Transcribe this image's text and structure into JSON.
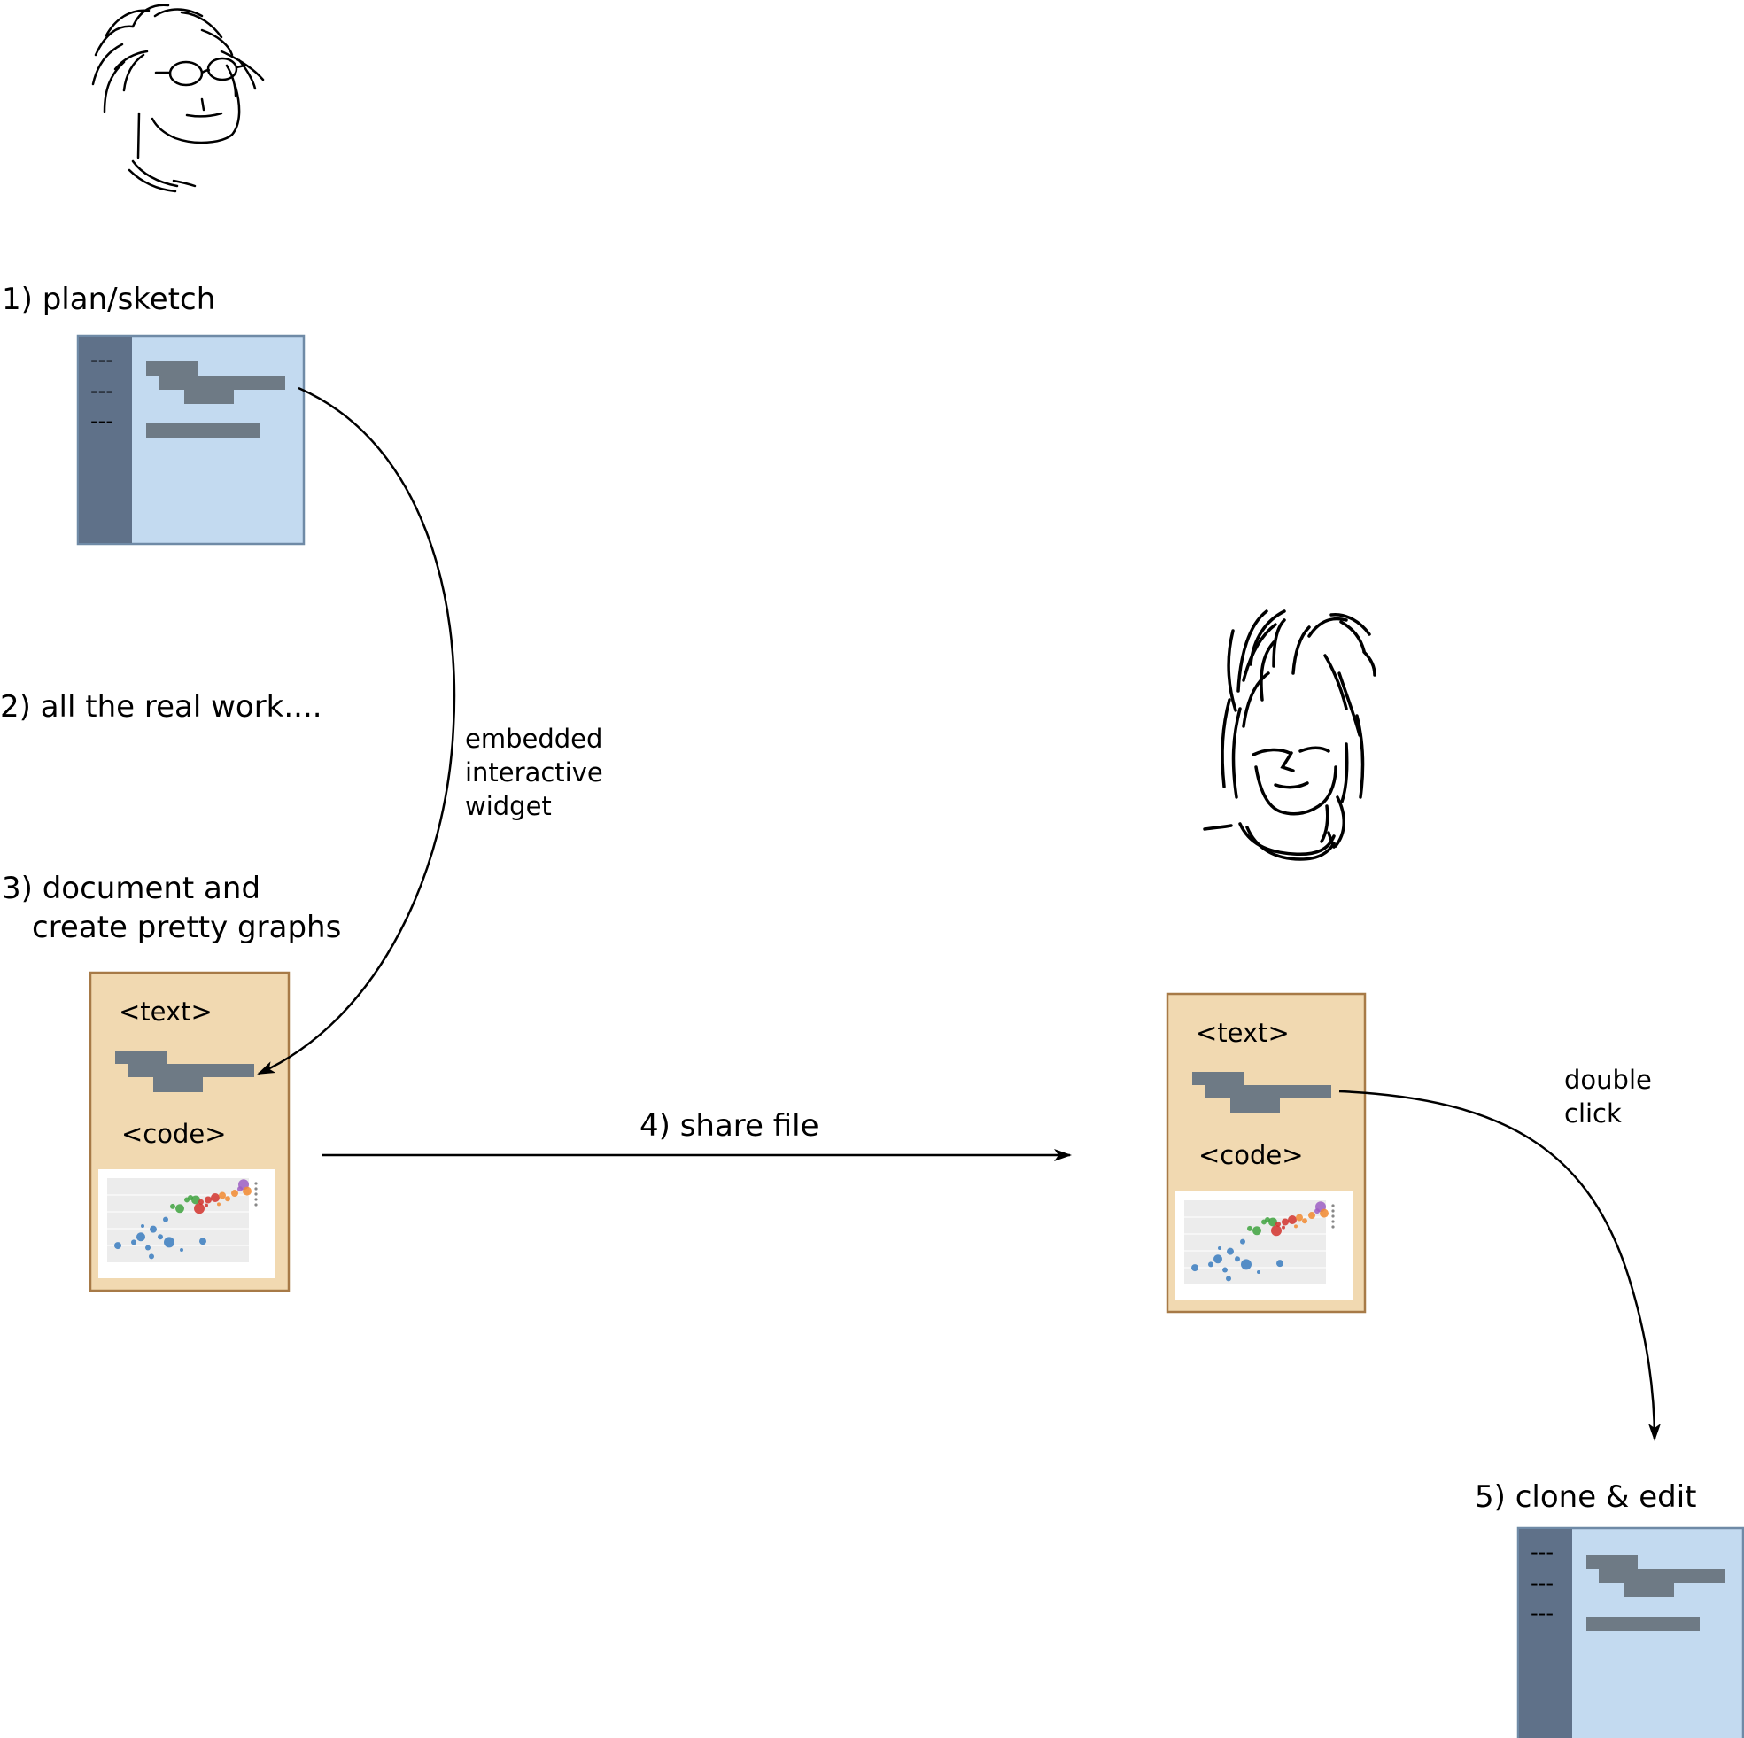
{
  "steps": {
    "plan": "1) plan/sketch",
    "work": "2) all the real work....",
    "document_line1": "3) document and",
    "document_line2": "create pretty graphs",
    "share": "4) share file",
    "clone": "5) clone & edit"
  },
  "annotations": {
    "embedded_line1": "embedded",
    "embedded_line2": "interactive",
    "embedded_line3": "widget",
    "double_line1": "double",
    "double_line2": "click"
  },
  "sketch_window": {
    "sidebar_items": [
      "---",
      "---",
      "---"
    ]
  },
  "document_card": {
    "text_tag": "<text>",
    "code_tag": "<code>"
  },
  "colors": {
    "sidebar": "#5f7189",
    "editor_bg": "#c3daf0",
    "editor_border": "#6f8aa6",
    "placeholder_bar": "#6e7a85",
    "doc_bg": "#f1d9b1",
    "doc_border": "#a77a47",
    "stroke": "#000000",
    "bubble_blue": "#3a7dbf",
    "bubble_green": "#3fa33f",
    "bubble_red": "#d2322d",
    "bubble_orange": "#f28a30",
    "bubble_purple": "#9d5fc4"
  },
  "icons": {
    "person_a": "man-with-glasses-sketch-icon",
    "person_b": "woman-with-long-hair-sketch-icon"
  }
}
